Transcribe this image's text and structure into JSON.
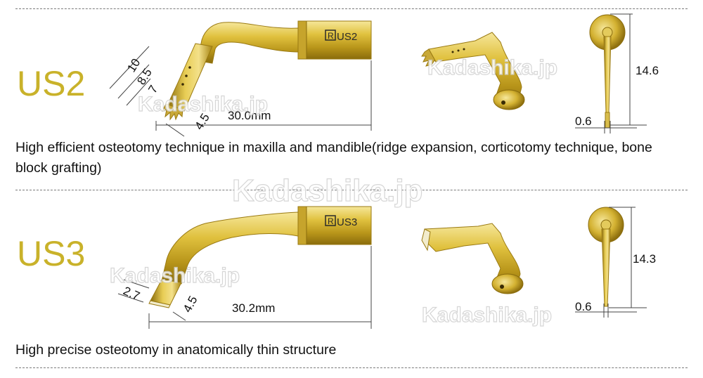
{
  "colors": {
    "gold": "#c9b22a",
    "divider": "#7a7a7a",
    "watermark": "#cfcfcf"
  },
  "watermark": "Kadashika.jp",
  "products": [
    {
      "model": "US2",
      "tip_label": "US2",
      "description": "High efficient osteotomy technique in maxilla and mandible(ridge expansion, corticotomy technique, bone block grafting)",
      "dims": {
        "a": "10",
        "b": "8.5",
        "c": "7",
        "width": "4.5",
        "length": "30.0mm",
        "height": "14.6",
        "thickness": "0.6"
      }
    },
    {
      "model": "US3",
      "tip_label": "US3",
      "description": "High precise osteotomy in anatomically thin structure",
      "dims": {
        "a": "2.7",
        "width": "4.5",
        "length": "30.2mm",
        "height": "14.3",
        "thickness": "0.6"
      }
    }
  ]
}
